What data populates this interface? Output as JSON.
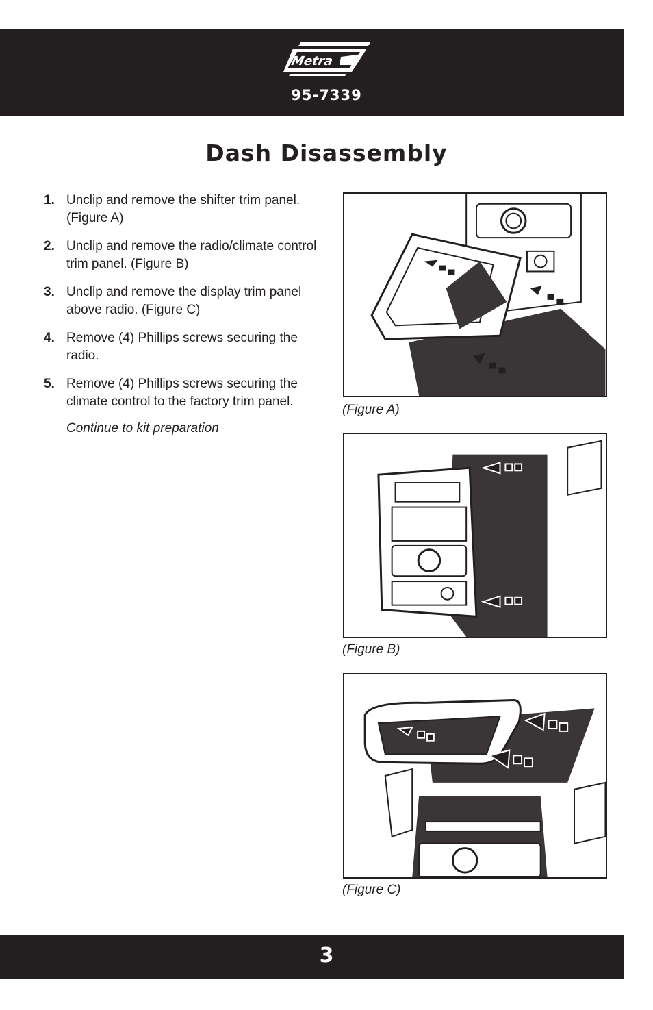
{
  "header": {
    "logo_text": "Metra",
    "part_number": "95-7339"
  },
  "title": "Dash Disassembly",
  "steps": [
    {
      "number": "1.",
      "text": "Unclip and remove the shifter trim panel.  (Figure A)"
    },
    {
      "number": "2.",
      "text": "Unclip and remove the radio/climate control trim panel.  (Figure B)"
    },
    {
      "number": "3.",
      "text": "Unclip and remove the display trim panel above radio.  (Figure C)"
    },
    {
      "number": "4.",
      "text": "Remove (4) Phillips screws securing the radio."
    },
    {
      "number": "5.",
      "text": "Remove (4) Phillips screws securing the climate control to the factory trim panel."
    }
  ],
  "continue_note": "Continue to kit preparation",
  "figures": [
    {
      "caption": "(Figure A)"
    },
    {
      "caption": "(Figure B)"
    },
    {
      "caption": "(Figure C)"
    }
  ],
  "footer": {
    "page_number": "3"
  },
  "colors": {
    "bar": "#231f20",
    "text": "#231f20",
    "bar_text": "#ffffff"
  }
}
